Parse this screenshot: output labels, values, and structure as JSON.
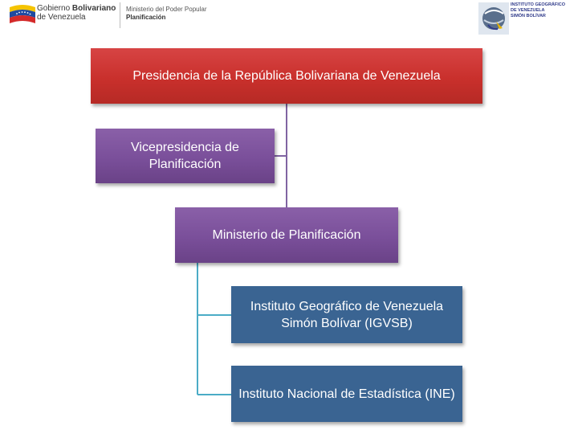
{
  "header": {
    "gov_line1": "Gobierno",
    "gov_line1_bold": "Bolivariano",
    "gov_line2": "de Venezuela",
    "ministry_line1": "Ministerio del Poder Popular",
    "ministry_line2": "Planificación",
    "igvsb_line1": "INSTITUTO GEOGRÁFICO",
    "igvsb_line2": "DE VENEZUELA",
    "igvsb_line3": "SIMÓN BOLÍVAR"
  },
  "org_chart": {
    "presidency": "Presidencia de la República Bolivariana de Venezuela",
    "vicepresidency": "Vicepresidencia de Planificación",
    "ministry": "Ministerio de Planificación",
    "igvsb": "Instituto Geográfico de Venezuela Simón Bolívar (IGVSB)",
    "ine": "Instituto Nacional de Estadística (INE)"
  },
  "colors": {
    "presidency": "#c9302c",
    "vicepresidency": "#7a4f9a",
    "ministry": "#7a4f9a",
    "institutes": "#3a6492",
    "connector_purple": "#8064a2",
    "connector_teal": "#4bacc6"
  }
}
